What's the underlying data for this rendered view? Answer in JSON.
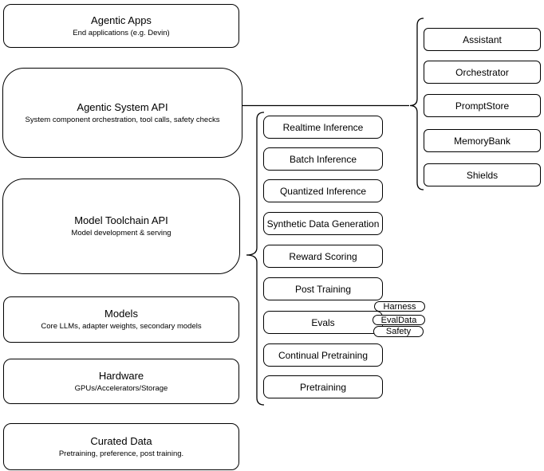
{
  "diagram": {
    "left_column": {
      "boxes": [
        {
          "title": "Agentic Apps",
          "subtitle": "End applications (e.g. Devin)"
        },
        {
          "title": "Agentic System API",
          "subtitle": "System component orchestration, tool calls, safety checks"
        },
        {
          "title": "Model Toolchain API",
          "subtitle": "Model development & serving"
        },
        {
          "title": "Models",
          "subtitle": "Core LLMs, adapter weights, secondary models"
        },
        {
          "title": "Hardware",
          "subtitle": "GPUs/Accelerators/Storage"
        },
        {
          "title": "Curated Data",
          "subtitle": "Pretraining, preference, post training."
        }
      ]
    },
    "toolchain_group": {
      "items": [
        "Realtime Inference",
        "Batch Inference",
        "Quantized Inference",
        "Synthetic Data Generation",
        "Reward Scoring",
        "Post Training",
        "Evals",
        "Continual Pretraining",
        "Pretraining"
      ],
      "eval_tags": [
        "Harness",
        "EvalData",
        "Safety"
      ]
    },
    "system_group": {
      "items": [
        "Assistant",
        "Orchestrator",
        "PromptStore",
        "MemoryBank",
        "Shields"
      ]
    },
    "colors": {
      "background": "#ffffff",
      "node_fill": "#ffffff",
      "node_border": "#000000",
      "text": "#000000"
    }
  }
}
